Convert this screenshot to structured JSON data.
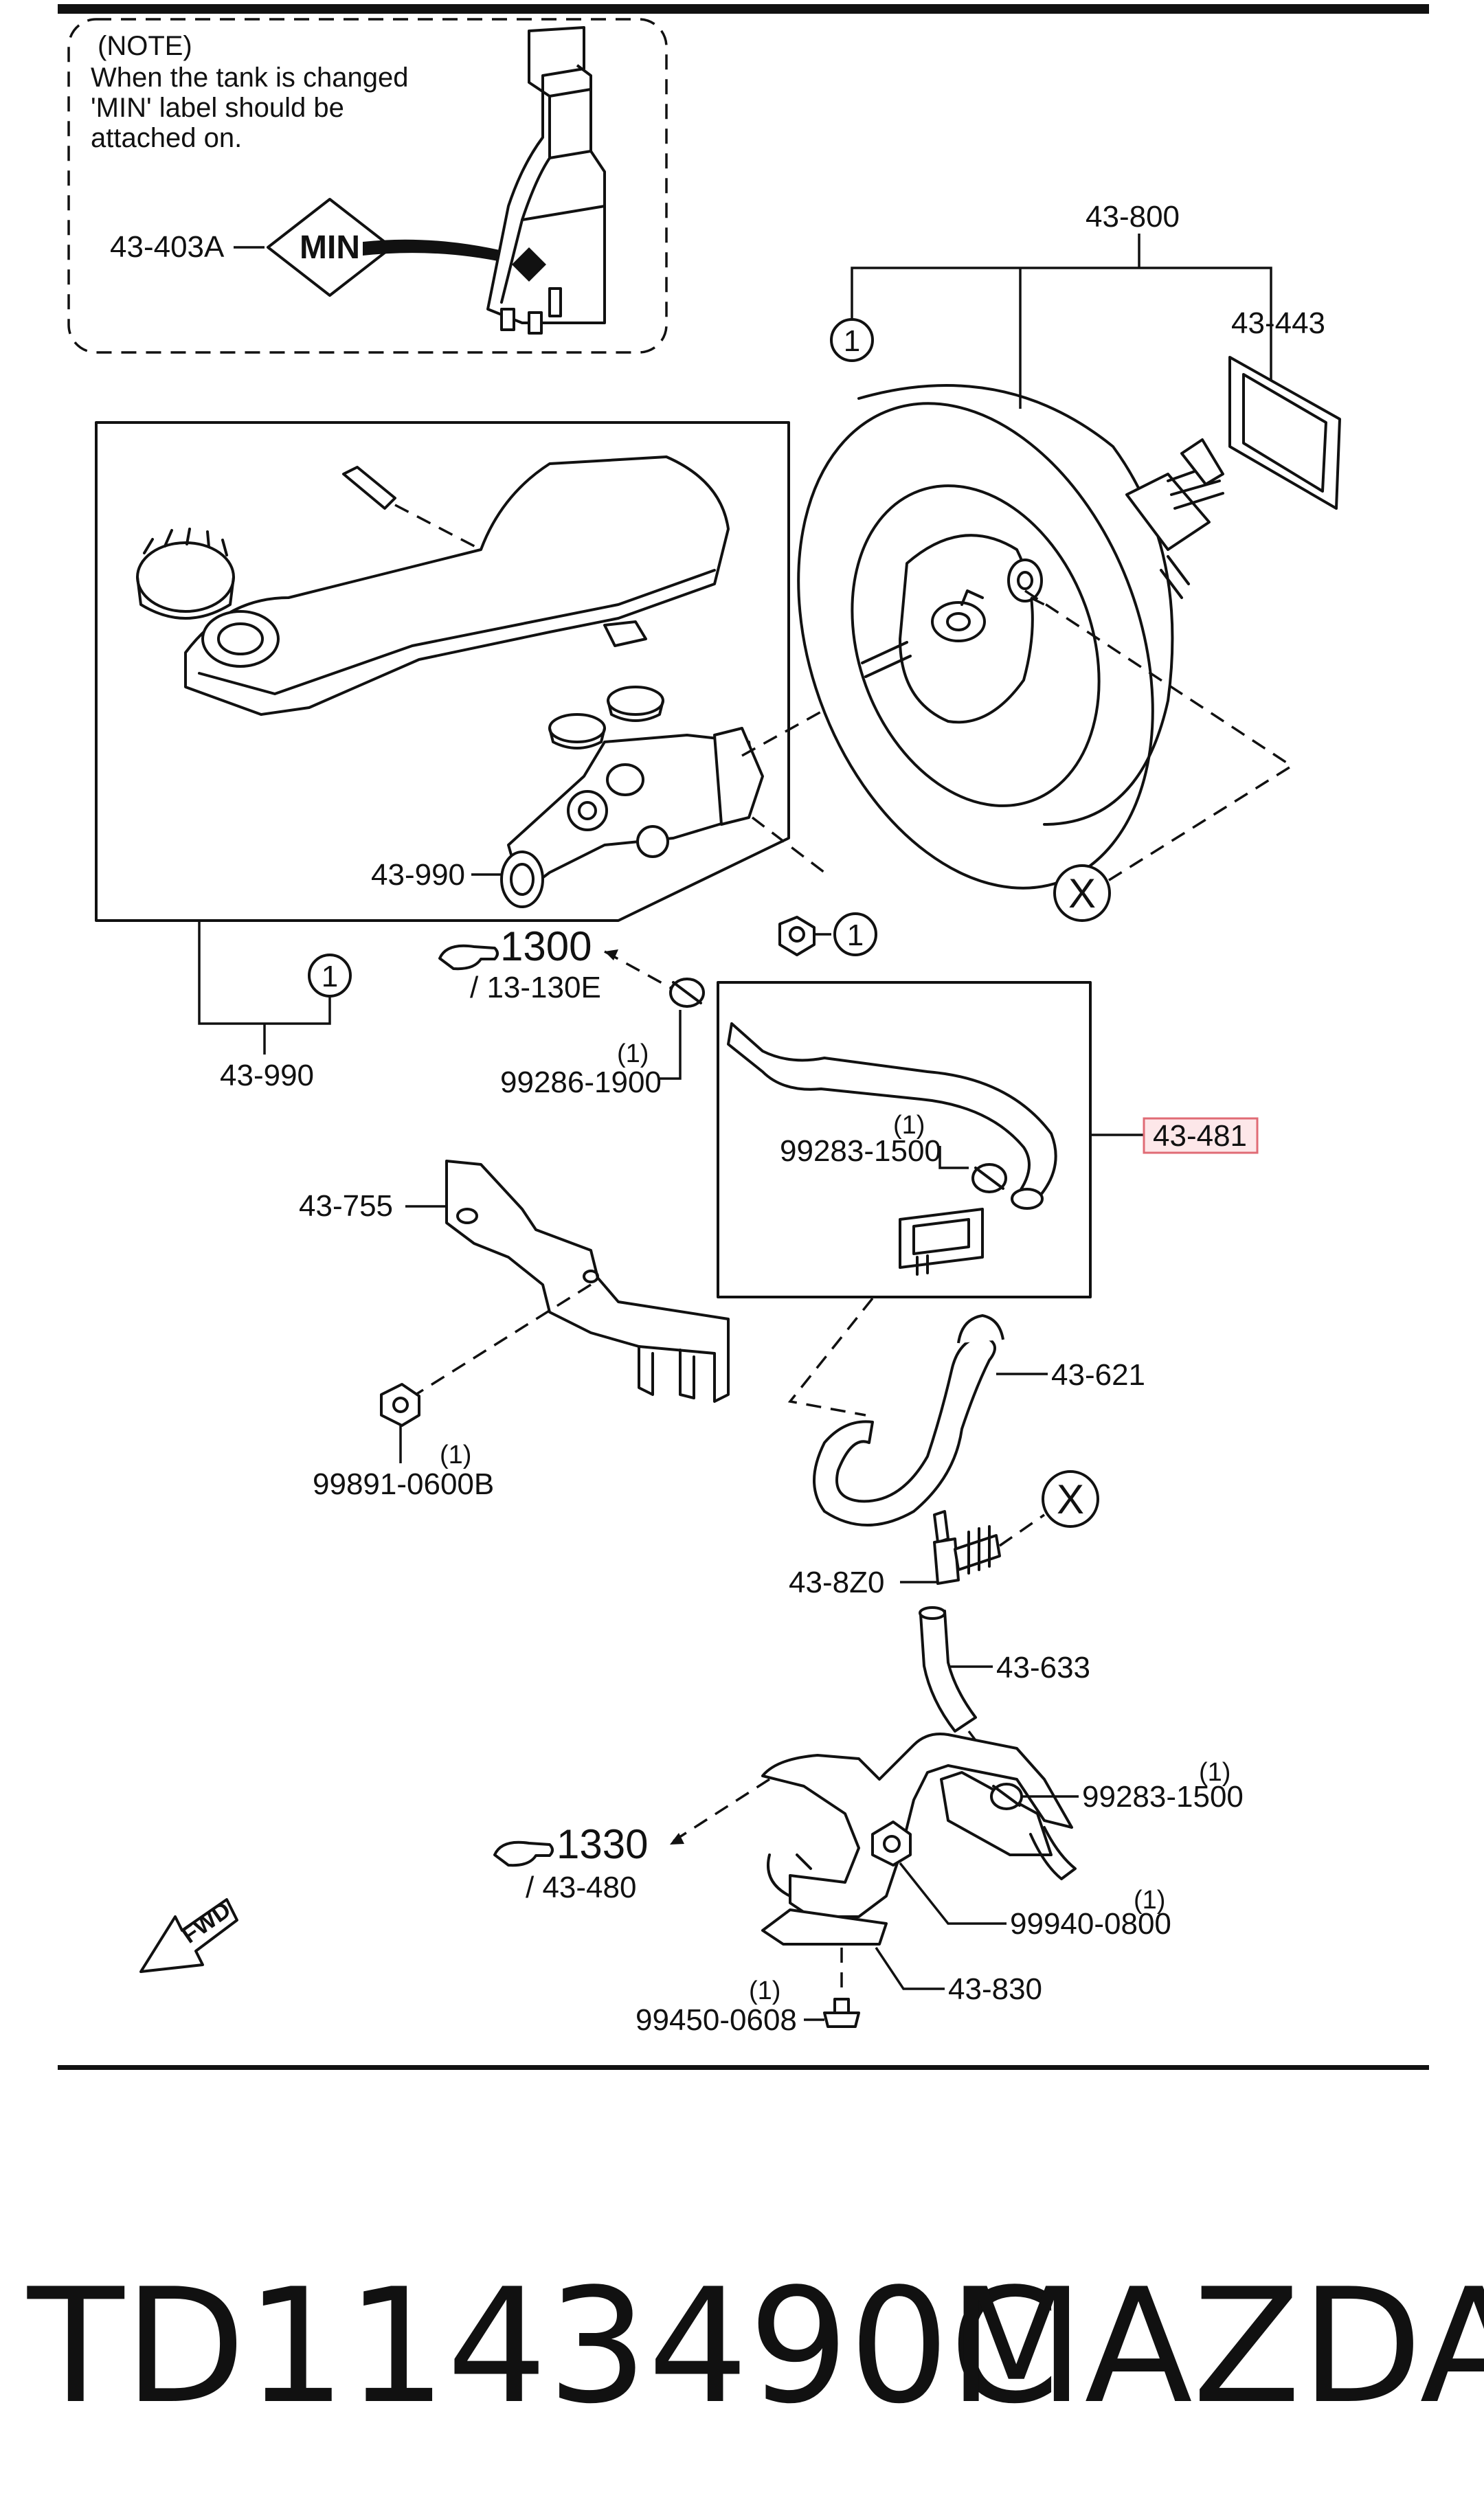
{
  "note": {
    "heading": "(NOTE)",
    "line1": "When the tank is changed",
    "line2": "'MIN' label should be",
    "line3": "attached on.",
    "label_part": "43-403A",
    "label_text": "MIN"
  },
  "parts": {
    "booster": "43-800",
    "gasket": "43-443",
    "master_cyl_inset": "43-990",
    "master_cyl_assy": "43-990",
    "vacuum_hose_box": "43-481",
    "bracket": "43-755",
    "hose_upper": "43-621",
    "connector": "43-8Z0",
    "hose_lower": "43-633",
    "lower_bracket": "43-830",
    "clip_a": "99286-1900",
    "clip_b": "99283-1500",
    "clip_c": "99283-1500",
    "nut_a": "99891-0600B",
    "nut_b": "99940-0800",
    "bolt": "99450-0608"
  },
  "quantities": {
    "clip_a": "(1)",
    "clip_b": "(1)",
    "clip_c": "(1)",
    "nut_a": "(1)",
    "nut_b": "(1)",
    "bolt": "(1)"
  },
  "markers": {
    "circle_one": "1",
    "circle_x": "X"
  },
  "refs": {
    "ref1_main": "1300",
    "ref1_sub": "/ 13-130E",
    "ref2_main": "1330",
    "ref2_sub": "/ 43-480"
  },
  "fwd_label": "FWD",
  "footer": {
    "part_number": "TD1143490C",
    "brand": "MAZDA"
  }
}
